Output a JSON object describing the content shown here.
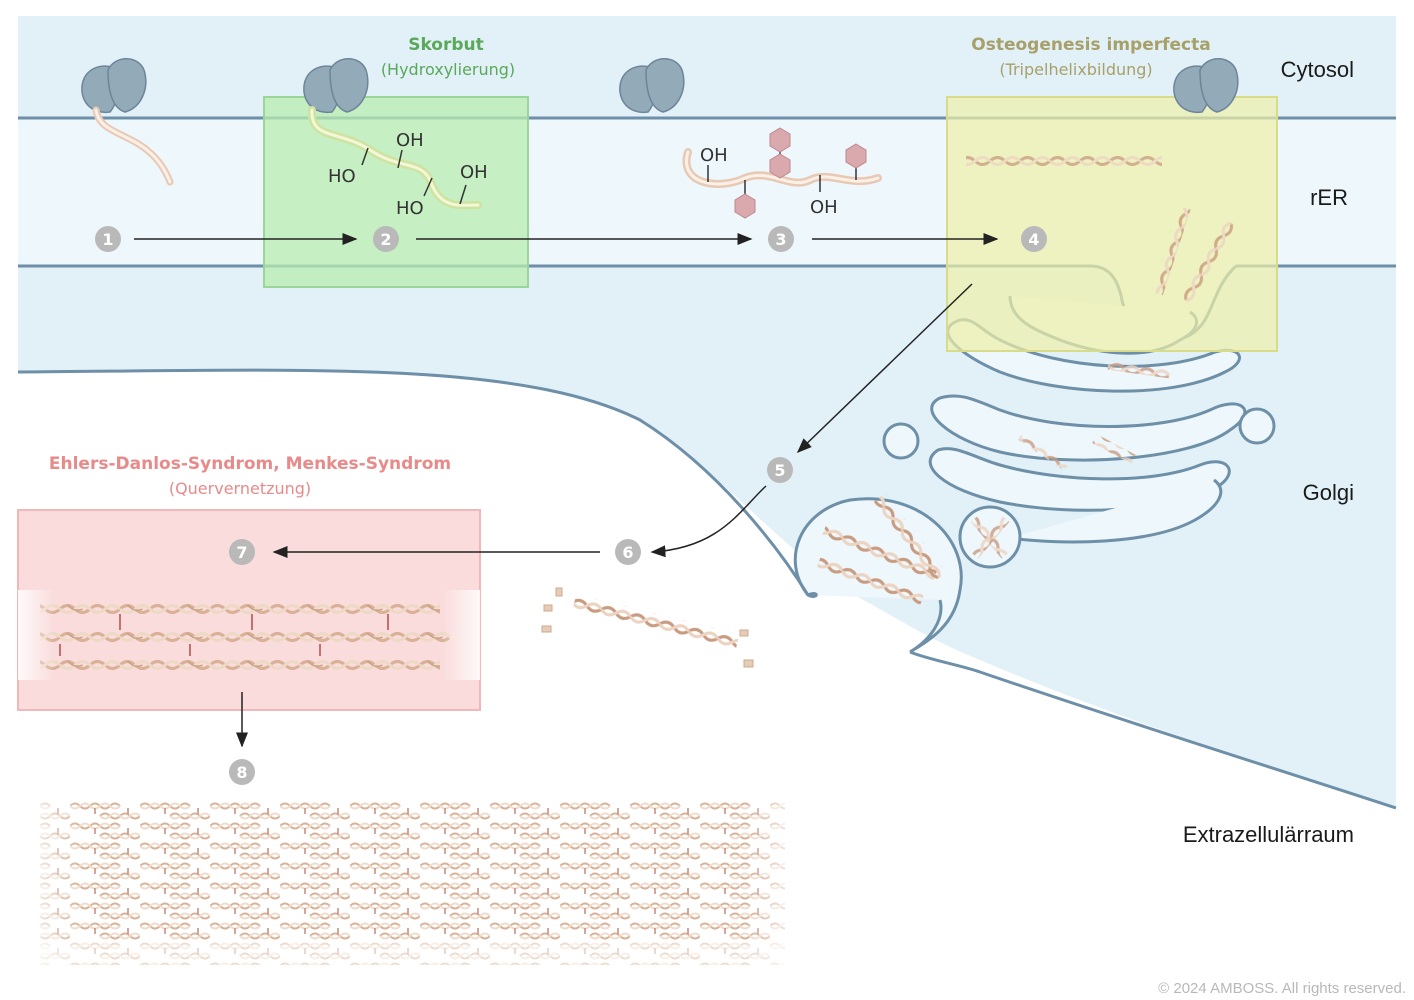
{
  "regions": {
    "cytosol": "Cytosol",
    "rer": "rER",
    "golgi": "Golgi",
    "extracellular": "Extrazellulärraum"
  },
  "diseases": {
    "scurvy": {
      "title": "Skorbut",
      "subtitle": "(Hydroxylierung)",
      "color": "#5aa85a"
    },
    "oi": {
      "title": "Osteogenesis imperfecta",
      "subtitle": "(Tripelhelixbildung)",
      "color": "#a8a06a"
    },
    "eds": {
      "title": "Ehlers-Danlos-Syndrom, Menkes-Syndrom",
      "subtitle": "(Quervernetzung)",
      "color": "#e88a8a"
    }
  },
  "chemistry": {
    "step2": [
      "OH",
      "HO",
      "HO",
      "OH"
    ],
    "step3": [
      "OH",
      "OH"
    ]
  },
  "steps": [
    "1",
    "2",
    "3",
    "4",
    "5",
    "6",
    "7",
    "8"
  ],
  "colors": {
    "cytosol_bg": "#e2f1f7",
    "er_bg": "#eef7fb",
    "membrane": "#6e8fa8",
    "fiber": "#e2c1a5",
    "step_circle": "#b9b9b9",
    "scurvy_box": "#b8ecb0",
    "oi_box": "#eef0a6",
    "eds_box": "#fadcdc"
  },
  "copyright": "© 2024 AMBOSS. All rights reserved."
}
